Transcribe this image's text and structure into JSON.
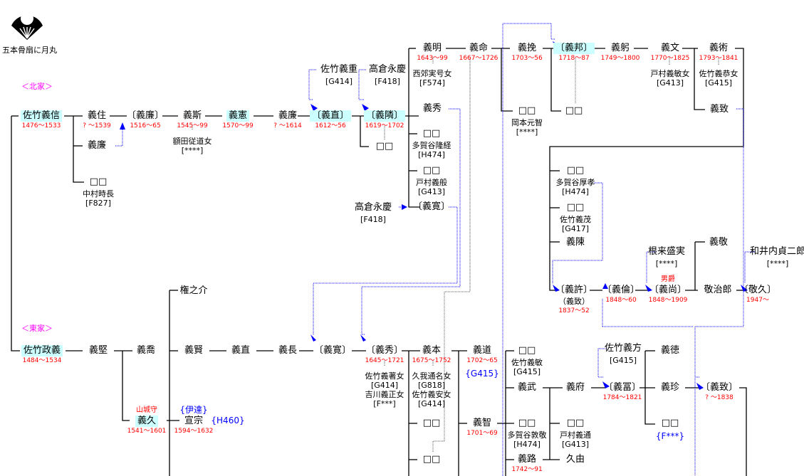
{
  "crest": {
    "icon": "fan-with-moon-crest-icon",
    "label": "五本骨扇に月丸"
  },
  "sections": {
    "north": "＜北家＞",
    "east": "＜東家＞"
  },
  "colors": {
    "date": "#ff0000",
    "highlight": "#ccffff",
    "section": "#ff00ff",
    "adoption_link": "#0000ff",
    "line": "#000000"
  },
  "nodes": [
    {
      "id": "yoshinobu",
      "name": "佐竹義信",
      "dates": "1476〜1533",
      "hl": true
    },
    {
      "id": "yoshizumi",
      "name": "義住",
      "dates": "? 〜1539"
    },
    {
      "id": "yoshikado1",
      "name": "義廉"
    },
    {
      "id": "nakamura_box",
      "name": "□□",
      "sub": [
        "中村時長",
        "[F827]"
      ]
    },
    {
      "id": "yoshikado2",
      "name": "〔義廉〕",
      "dates": "1516〜65"
    },
    {
      "id": "yoshitsuna",
      "name": "義斯",
      "dates": "1545〜99",
      "sub": [
        "額田従道女",
        "[****]"
      ]
    },
    {
      "id": "yoshinori",
      "name": "義憲",
      "dates": "1570〜99",
      "hl": true
    },
    {
      "id": "yoshikado3",
      "name": "義廉",
      "dates": "? 〜1614"
    },
    {
      "id": "yoshinao",
      "name": "〔義直〕",
      "dates": "1612〜56",
      "hl": true
    },
    {
      "id": "yoshishige_src",
      "name": "佐竹義重",
      "sub": [
        "[G414]"
      ]
    },
    {
      "id": "takakura1",
      "name": "高倉永慶",
      "sub": [
        "[F418]"
      ]
    },
    {
      "id": "yoshichika",
      "name": "〔義隣〕",
      "dates": "1619〜1702",
      "hl": true
    },
    {
      "id": "yoshichika_box",
      "name": "□□"
    },
    {
      "id": "yoshiaki",
      "name": "義明",
      "dates": "1643〜99",
      "sub": [
        "西郊実号女",
        "[F574]"
      ]
    },
    {
      "id": "yoshinaga_m",
      "name": "義命",
      "dates": "1667〜1726"
    },
    {
      "id": "yoshihide1",
      "name": "義秀"
    },
    {
      "id": "taga_box1",
      "name": "□□",
      "sub": [
        "多賀谷隆経",
        "[H474]"
      ]
    },
    {
      "id": "tomura_box1",
      "name": "□□",
      "sub": [
        "戸村義般",
        "[G413]"
      ]
    },
    {
      "id": "takakura2",
      "name": "高倉永慶",
      "sub": [
        "[F418]"
      ]
    },
    {
      "id": "yoshihiro1",
      "name": "〔義寛〕"
    },
    {
      "id": "yoshitaka",
      "name": "義挽",
      "dates": "1703〜56"
    },
    {
      "id": "okamoto_box",
      "name": "□□",
      "sub": [
        "岡本元智",
        "[****]"
      ]
    },
    {
      "id": "yoshikuni",
      "name": "〔義邦〕",
      "dates": "1718〜87",
      "hl": true
    },
    {
      "id": "yoshikuni_box",
      "name": "□□"
    },
    {
      "id": "yoshimasa",
      "name": "義躬",
      "dates": "1749〜1800"
    },
    {
      "id": "yoshibumi",
      "name": "義文",
      "dates": "1770〜1825",
      "sub": [
        "戸村義敏女",
        "[G413]"
      ]
    },
    {
      "id": "yoshiyasu",
      "name": "義術",
      "dates": "1793〜1841",
      "sub": [
        "佐竹義恭女",
        "[G415]"
      ]
    },
    {
      "id": "yoshimune1",
      "name": "義致"
    },
    {
      "id": "taga_box2",
      "name": "□□",
      "sub": [
        "多賀谷厚孝",
        "[H474]"
      ]
    },
    {
      "id": "satake_box",
      "name": "□□",
      "sub": [
        "佐竹義茂",
        "[G417]"
      ]
    },
    {
      "id": "yoshinobu2",
      "name": "義陳"
    },
    {
      "id": "yoshimoto",
      "name": "〔義許〕",
      "sub2": "（義致）",
      "dates": "1837〜52"
    },
    {
      "id": "yoshitomo",
      "name": "〔義倫〕",
      "dates": "1848〜60"
    },
    {
      "id": "negoro",
      "name": "根来盛実",
      "sub": [
        "[****]"
      ]
    },
    {
      "id": "yoshinao2",
      "name": "〔義尚〕",
      "dates": "1848〜1909",
      "title": "男爵"
    },
    {
      "id": "yoshitaka2",
      "name": "義敬"
    },
    {
      "id": "keijiro",
      "name": "敬治郎"
    },
    {
      "id": "wainai",
      "name": "和井内貞二郎",
      "sub": [
        "[****]"
      ]
    },
    {
      "id": "takahisa",
      "name": "〔敬久〕",
      "dates": "1947〜"
    },
    {
      "id": "masayoshi",
      "name": "佐竹政義",
      "dates": "1484〜1534",
      "hl": true
    },
    {
      "id": "yoshikata",
      "name": "義堅"
    },
    {
      "id": "yoshitaka3",
      "name": "義喬"
    },
    {
      "id": "yoshihisa",
      "name": "義久",
      "dates": "1541〜1601",
      "hl": true,
      "title": "山城守"
    },
    {
      "id": "gonnosuke",
      "name": "権之介"
    },
    {
      "id": "yoshikata2",
      "name": "義賢"
    },
    {
      "id": "nobumune",
      "name": "宣宗",
      "dates": "1594〜1632",
      "brace_top": "{伊達}",
      "brace_right": "{H460}"
    },
    {
      "id": "yoshinao3",
      "name": "義直"
    },
    {
      "id": "yoshinaga",
      "name": "義長"
    },
    {
      "id": "yoshihiro2",
      "name": "〔義寛〕"
    },
    {
      "id": "yoshihide2",
      "name": "〔義秀〕",
      "dates": "1645〜1721",
      "sub": [
        "佐竹義著女",
        "[G414]",
        "吉川義正女",
        "[F***]"
      ]
    },
    {
      "id": "yoshimoto2",
      "name": "義本",
      "dates": "1675〜1752",
      "sub": [
        "久我通名女",
        "[G818]",
        "佐竹義安女",
        "[G414]"
      ]
    },
    {
      "id": "yoshimichi",
      "name": "義道",
      "dates": "1702〜65",
      "brace": "{G415}"
    },
    {
      "id": "box_a",
      "name": "□□"
    },
    {
      "id": "box_b",
      "name": "□□"
    },
    {
      "id": "yoshitomo2",
      "name": "義智",
      "dates": "1701〜69"
    },
    {
      "id": "satake_box2",
      "name": "□□",
      "sub": [
        "佐竹義敏",
        "[G415]"
      ]
    },
    {
      "id": "yoshitake",
      "name": "義武"
    },
    {
      "id": "taga_box3",
      "name": "□□",
      "sub": [
        "多賀谷敦敬",
        "[H474]"
      ]
    },
    {
      "id": "yoshimichi2",
      "name": "義路",
      "dates": "1742〜91"
    },
    {
      "id": "yoshifu",
      "name": "義府"
    },
    {
      "id": "tomura_box2",
      "name": "□□",
      "sub": [
        "戸村義通",
        "[G413]"
      ]
    },
    {
      "id": "hisayoshi",
      "name": "久由"
    },
    {
      "id": "satake_yoshikata",
      "name": "佐竹義方",
      "sub": [
        "[G415]"
      ]
    },
    {
      "id": "yoshitomi",
      "name": "〔義冨〕",
      "dates": "1784〜1821"
    },
    {
      "id": "yoshinori2",
      "name": "義徳"
    },
    {
      "id": "yoshiharu",
      "name": "義珍"
    },
    {
      "id": "box_fxxx",
      "name": "□□",
      "brace": "{F***}"
    },
    {
      "id": "yoshimune2",
      "name": "〔義致〕",
      "dates": "? 〜1838"
    }
  ]
}
